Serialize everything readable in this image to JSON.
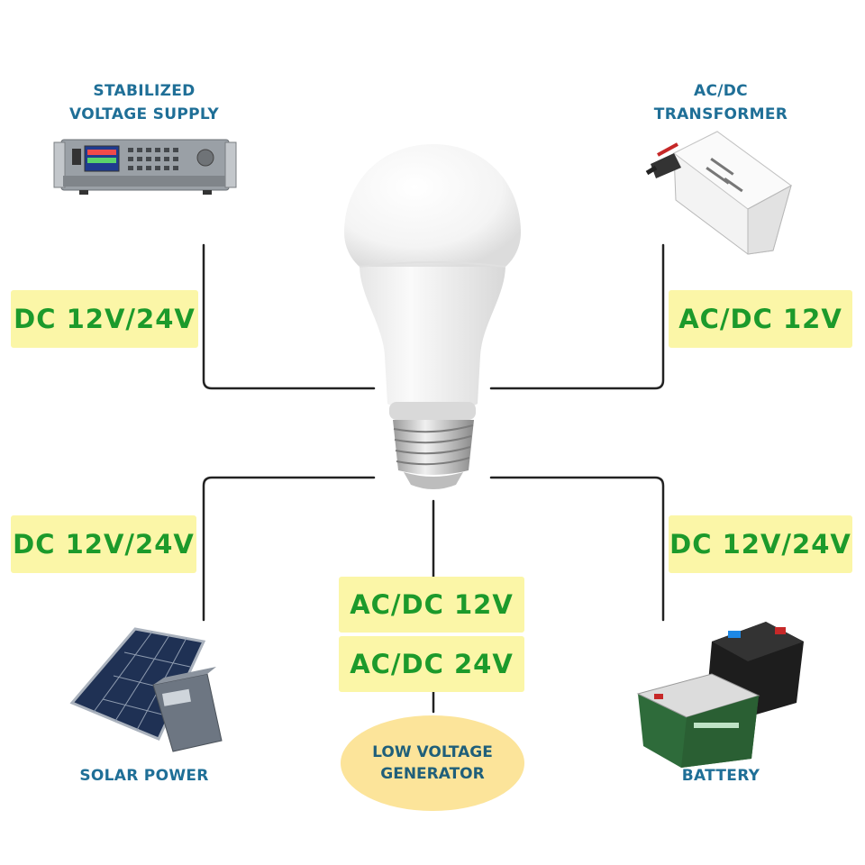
{
  "sources": {
    "top_left": {
      "label_lines": [
        "STABILIZED",
        "VOLTAGE SUPPLY"
      ],
      "voltage": "DC 12V/24V",
      "icon": "bench-power-supply-icon"
    },
    "top_right": {
      "label_lines": [
        "AC/DC",
        "TRANSFORMER"
      ],
      "voltage": "AC/DC 12V",
      "icon": "transformer-icon"
    },
    "bottom_left": {
      "label": "SOLAR POWER",
      "voltage": "DC 12V/24V",
      "icon": "solar-panel-icon"
    },
    "bottom_right": {
      "label": "BATTERY",
      "voltage": "DC 12V/24V",
      "icon": "battery-icon"
    },
    "bottom_center": {
      "label_lines": [
        "LOW VOLTAGE",
        "GENERATOR"
      ],
      "voltages": [
        "AC/DC 12V",
        "AC/DC 24V"
      ],
      "icon": "generator-icon"
    }
  },
  "center": {
    "icon": "led-bulb-icon"
  },
  "colors": {
    "label_blue": "#1f6f97",
    "voltage_green": "#1c9a2b",
    "voltage_bg": "#fbf6a7",
    "generator_bg": "#fce49a",
    "line": "#222222"
  }
}
